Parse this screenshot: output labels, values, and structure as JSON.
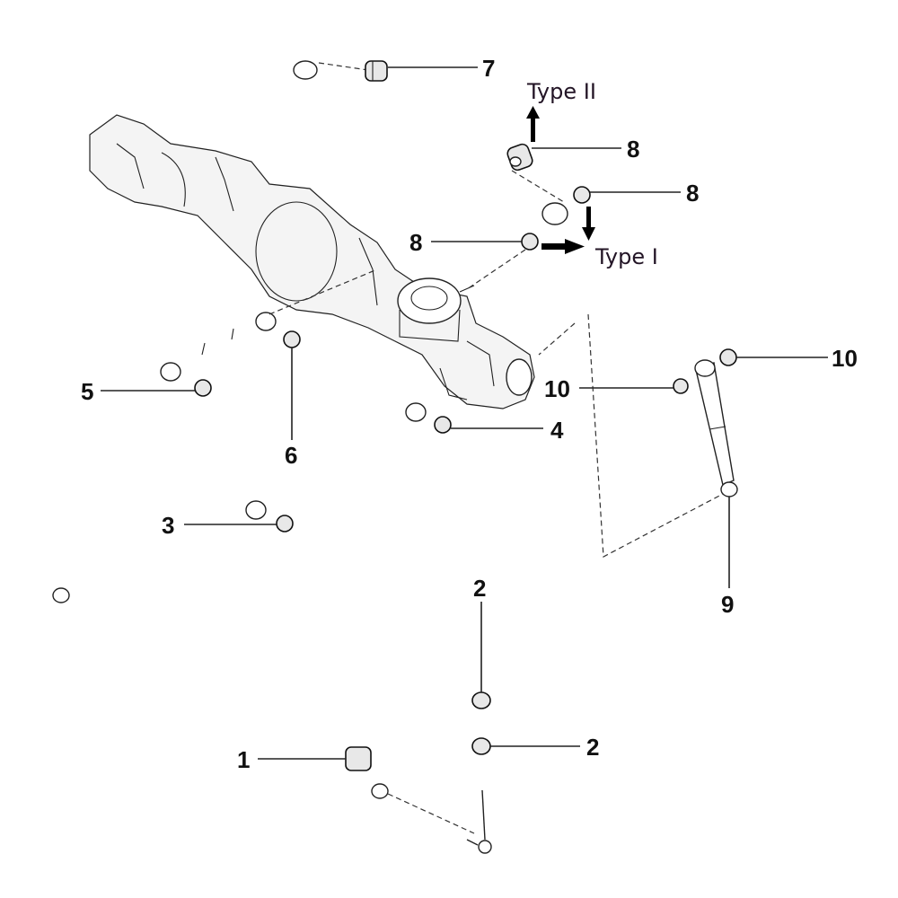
{
  "diagram": {
    "title": "Rear suspension exploded view",
    "callouts": [
      {
        "id": "c7",
        "label": "7"
      },
      {
        "id": "c8a",
        "label": "8"
      },
      {
        "id": "c8b",
        "label": "8"
      },
      {
        "id": "c8c",
        "label": "8"
      },
      {
        "id": "c10a",
        "label": "10"
      },
      {
        "id": "c10b",
        "label": "10"
      },
      {
        "id": "c5",
        "label": "5"
      },
      {
        "id": "c6",
        "label": "6"
      },
      {
        "id": "c4",
        "label": "4"
      },
      {
        "id": "c3",
        "label": "3"
      },
      {
        "id": "c9",
        "label": "9"
      },
      {
        "id": "c2a",
        "label": "2"
      },
      {
        "id": "c2b",
        "label": "2"
      },
      {
        "id": "c1",
        "label": "1"
      }
    ],
    "type_labels": {
      "type2": "Type II",
      "type1": "Type I"
    },
    "icons": {
      "arrow_up": "arrow-up-icon",
      "arrow_down": "arrow-down-icon",
      "arrow_right": "arrow-right-icon"
    }
  }
}
